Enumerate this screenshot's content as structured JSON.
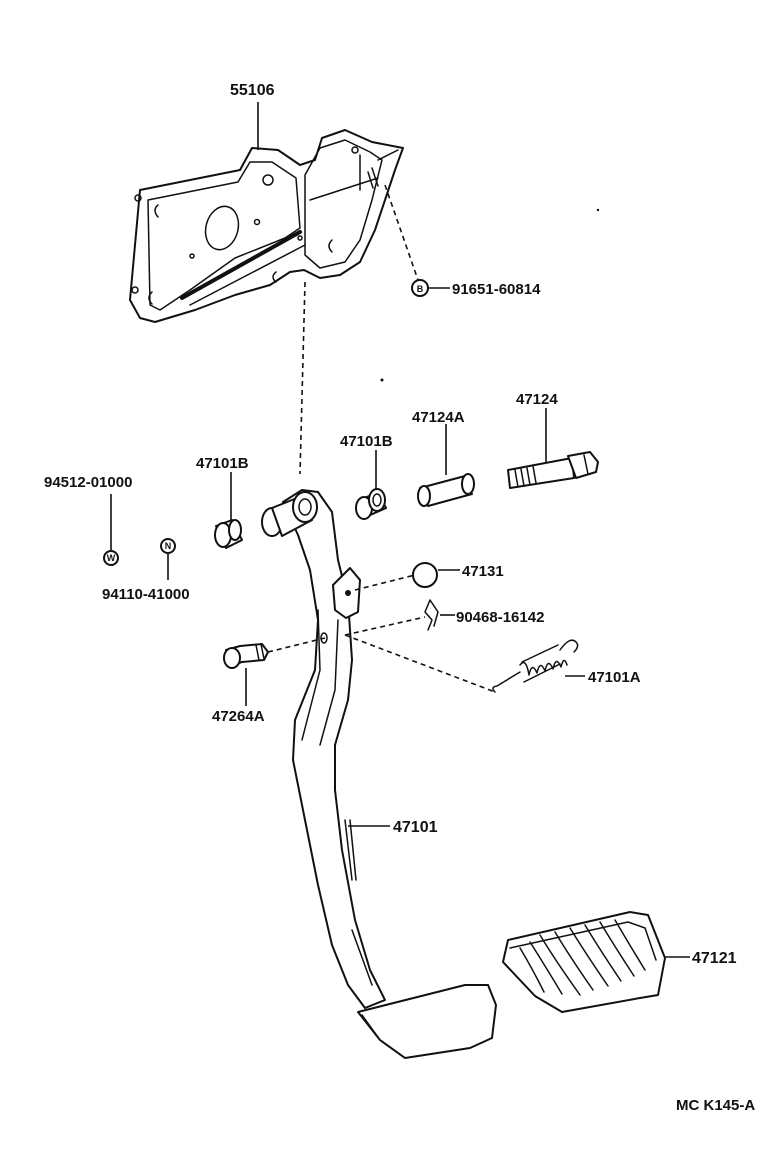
{
  "labels": {
    "bracket": "55106",
    "bracket_bolt": "91651-60814",
    "bushing_right": "47101B",
    "bushing_left": "47101B",
    "collar": "47124A",
    "shaft_bolt": "47124",
    "washer": "94512-01000",
    "nut": "94110-41000",
    "stopper": "47131",
    "clip": "90468-16142",
    "spring": "47101A",
    "pin": "47264A",
    "pedal_arm": "47101",
    "pedal_pad": "47121",
    "diagram_code": "MC K145-A"
  },
  "glyphs": {
    "bracket_bolt_symbol": "B",
    "washer_symbol": "W",
    "nut_symbol": "N"
  },
  "icons": [
    "clutch-pedal-bracket",
    "clutch-pedal-arm",
    "return-spring",
    "pedal-pad"
  ]
}
